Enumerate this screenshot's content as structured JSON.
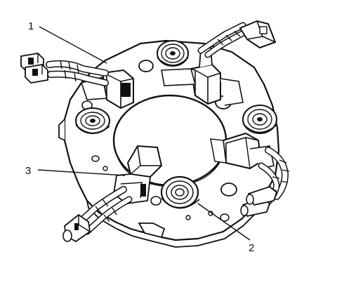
{
  "colors": {
    "ink": "#111111",
    "paper": "#ffffff",
    "shade": "#9a9a9a"
  },
  "callouts": [
    {
      "id": "1",
      "label": "1"
    },
    {
      "id": "2",
      "label": "2"
    },
    {
      "id": "3",
      "label": "3"
    }
  ]
}
